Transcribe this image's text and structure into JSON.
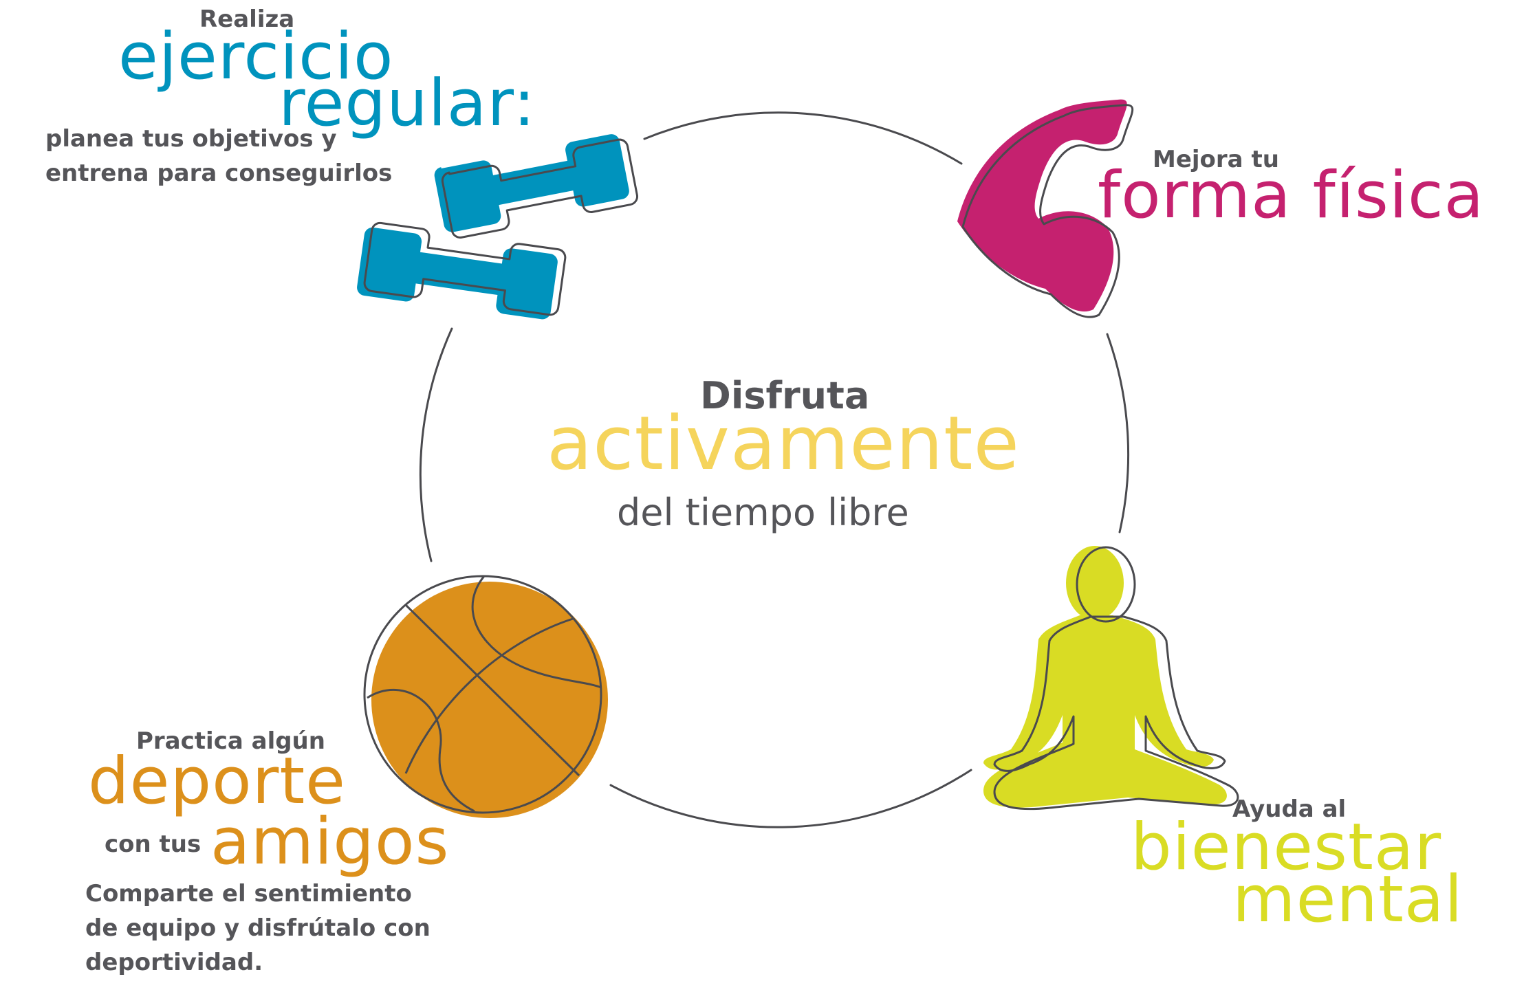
{
  "colors": {
    "blue": "#0093bd",
    "magenta": "#c5216f",
    "yellow": "#f5d45c",
    "lime": "#d9dc24",
    "orange": "#dc901b",
    "gray_text": "#555559",
    "outline": "#4a4a4e"
  },
  "center": {
    "line1": "Disfruta",
    "line2": "activamente",
    "line3": "del tiempo libre"
  },
  "ejercicio": {
    "pre": "Realiza",
    "big1": "ejercicio",
    "big2": "regular:",
    "desc1": "planea tus objetivos y",
    "desc2": "entrena para conseguirlos",
    "icon": "dumbbells-icon"
  },
  "forma": {
    "pre": "Mejora tu",
    "big": "forma física",
    "icon": "flexed-arm-icon"
  },
  "bienestar": {
    "pre": "Ayuda al",
    "big1": "bienestar",
    "big2": "mental",
    "icon": "meditation-icon"
  },
  "deporte": {
    "pre": "Practica algún",
    "big1": "deporte",
    "mid": "con tus",
    "big2": "amigos",
    "desc1": "Comparte el sentimiento",
    "desc2": "de equipo y disfrútalo con",
    "desc3": "deportividad.",
    "icon": "basketball-icon"
  }
}
